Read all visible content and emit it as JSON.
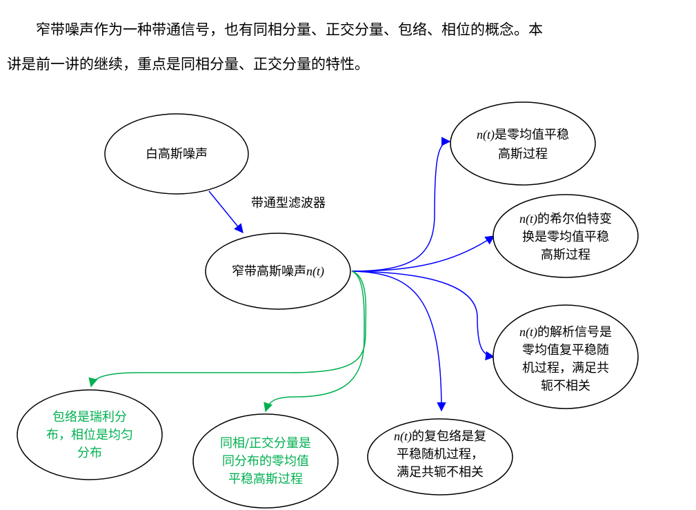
{
  "paragraph": {
    "line1": "窄带噪声作为一种带通信号，也有同相分量、正交分量、包络、相位的概念。本",
    "line2": "讲是前一讲的继续，重点是同相分量、正交分量的特性。"
  },
  "colors": {
    "blue": "#0000ff",
    "green": "#00b050",
    "black": "#000000"
  },
  "diagram": {
    "filter_label": "带通型滤波器",
    "white_noise": "白高斯噪声",
    "narrowband": {
      "text": "窄带高斯噪声",
      "var": "n(t)"
    },
    "n1": {
      "var": "n(t)",
      "l1": "是零均值平稳",
      "l2": "高斯过程"
    },
    "n2": {
      "var": "n(t)",
      "l1": "的希尔伯特变",
      "l2": "换是零均值平稳",
      "l3": "高斯过程"
    },
    "n3": {
      "var": "n(t)",
      "l1": "的解析信号是",
      "l2": "零均值复平稳随",
      "l3": "机过程，满足共",
      "l4": "轭不相关"
    },
    "n4": {
      "var": "n(t)",
      "l1": "的复包络是复",
      "l2": "平稳随机过程，",
      "l3": "满足共轭不相关"
    },
    "g1": {
      "l1": "包络是瑞利分",
      "l2": "布，相位是均匀",
      "l3": "分布"
    },
    "g2": {
      "l1": "同相/正交分量是",
      "l2": "同分布的零均值",
      "l3": "平稳高斯过程"
    }
  }
}
